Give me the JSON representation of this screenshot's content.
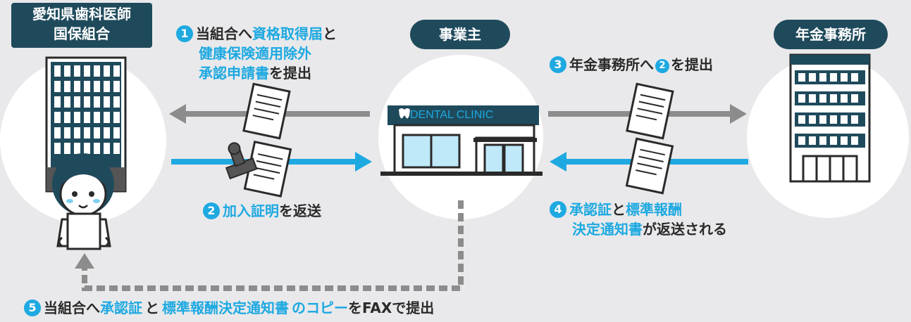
{
  "nodes": {
    "union": {
      "line1": "愛知県歯科医師",
      "line2": "国保組合"
    },
    "employer": {
      "label": "事業主"
    },
    "pension_office": {
      "label": "年金事務所"
    },
    "clinic_sign": "DENTAL CLINIC"
  },
  "steps": {
    "s1": {
      "num": "1",
      "pre": "当組合へ",
      "hl1": "資格取得届",
      "mid": "と",
      "hl2": "健康保険適用除外",
      "hl3": "承認申請書",
      "post": "を提出"
    },
    "s2": {
      "num": "2",
      "hl": "加入証明",
      "post": "を返送"
    },
    "s3": {
      "num": "3",
      "pre": "年金事務所へ",
      "ref": "2",
      "post": "を提出"
    },
    "s4": {
      "num": "4",
      "hl1": "承認証",
      "mid": "と",
      "hl2": "標準報酬",
      "hl3": "決定通知書",
      "post": "が返送される"
    },
    "s5": {
      "num": "5",
      "pre": "当組合へ",
      "hl1": "承認証",
      "mid": "と",
      "hl2": "標準報酬決定通知書",
      "hl3": "のコピー",
      "post": "をFAXで提出"
    }
  },
  "colors": {
    "accent": "#1ea9e1",
    "navy": "#1f4a5c",
    "arrow_gray": "#8c8c8c",
    "bg": "#e9e9eb"
  }
}
